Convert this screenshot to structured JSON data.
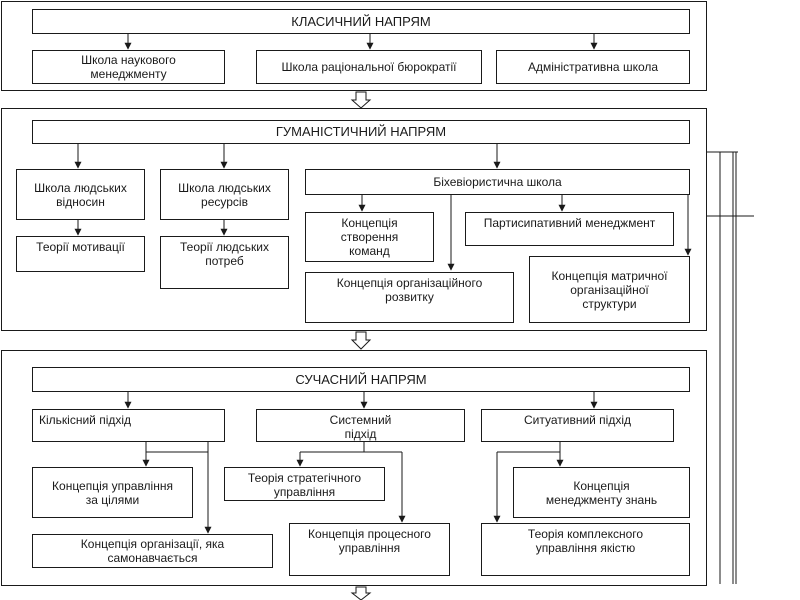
{
  "classical": {
    "title": "КЛАСИЧНИЙ НАПРЯМ",
    "schools": [
      "Школа наукового\nменеджменту",
      "Школа раціональної бюрократії",
      "Адміністративна школа"
    ]
  },
  "humanistic": {
    "title": "ГУМАНІСТИЧНИЙ НАПРЯМ",
    "human_relations": "Школа людських\nвідносин",
    "human_resources": "Школа людських\nресурсів",
    "behavioral": "Біхевіористична школа",
    "motivation": "Теорії мотивації",
    "needs": "Теорії людських\nпотреб",
    "team_building": "Концепція\nстворення\nкоманд",
    "participative": "Партисипативний менеджмент",
    "org_development": "Концепція організаційного\nрозвитку",
    "matrix": "Концепція матричної\nорганізаційної\nструктури"
  },
  "modern": {
    "title": "СУЧАСНИЙ НАПРЯМ",
    "quantitative": "Кількісний підхід",
    "systemic": "Системний\nпідхід",
    "situational": "Ситуативний підхід",
    "mbo": "Концепція управління\nза цілями",
    "strategic": "Теорія стратегічного\nуправління",
    "knowledge": "Концепція\nменеджменту знань",
    "learning_org": "Концепція організації, яка\nсамонавчається",
    "process": "Концепція процесного\nуправління",
    "tqm": "Теорія комплексного\nуправління якістю"
  }
}
